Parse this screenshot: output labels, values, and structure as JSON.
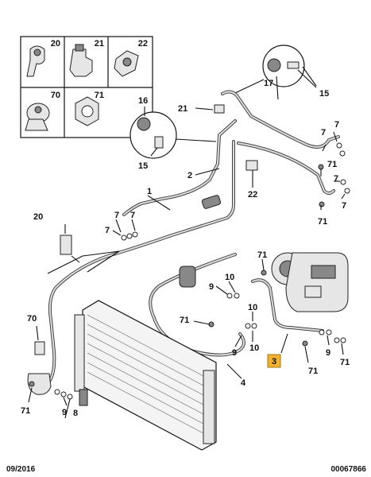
{
  "thumbnails": [
    {
      "num": "20"
    },
    {
      "num": "21"
    },
    {
      "num": "22"
    },
    {
      "num": "70"
    },
    {
      "num": "71"
    }
  ],
  "labels": {
    "l1": "1",
    "l2": "2",
    "l3": "3",
    "l4": "4",
    "l7a": "7",
    "l7b": "7",
    "l7c": "7",
    "l7d": "7",
    "l8": "8",
    "l9a": "9",
    "l9b": "9",
    "l9c": "9",
    "l10a": "10",
    "l10b": "10",
    "l15a": "15",
    "l15b": "15",
    "l16": "16",
    "l17": "17",
    "l20": "20",
    "l21": "21",
    "l22": "22",
    "l70": "70",
    "l71a": "71",
    "l71b": "71",
    "l71c": "71",
    "l71d": "71",
    "l71e": "71",
    "l71f": "71",
    "l71g": "71"
  },
  "footer": {
    "date": "09/2016",
    "ref": "00067866"
  },
  "colors": {
    "highlight": "#f2b12e"
  }
}
